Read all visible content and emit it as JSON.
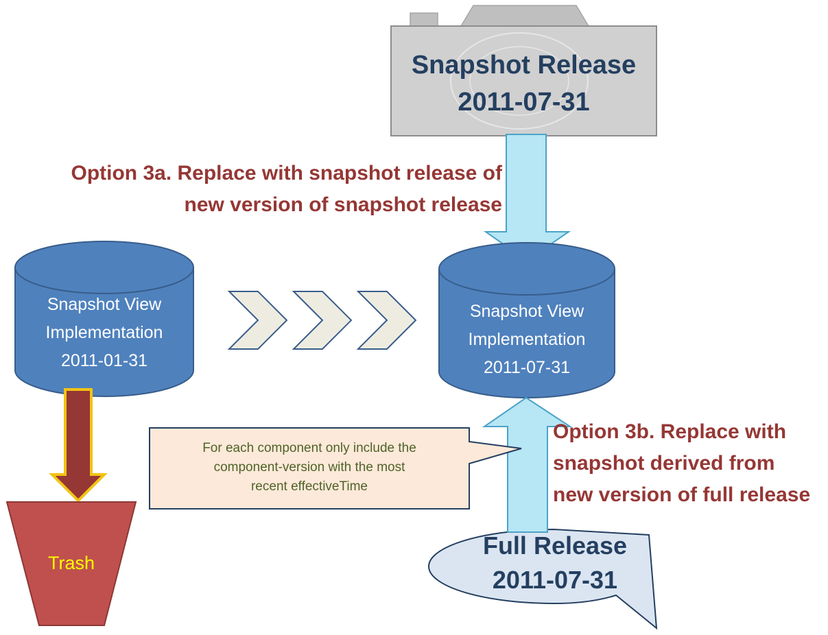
{
  "snapshot_release": {
    "line1": "Snapshot Release",
    "line2": "2011-07-31"
  },
  "option_3a": {
    "line1": "Option 3a. Replace with snapshot release of",
    "line2": "new version of snapshot release"
  },
  "old_view": {
    "line1": "Snapshot View",
    "line2": "Implementation",
    "line3": "2011-01-31"
  },
  "new_view": {
    "line1": "Snapshot View",
    "line2": "Implementation",
    "line3": "2011-07-31"
  },
  "callout": {
    "line1": "For each component only include the",
    "line2": "component-version with the most",
    "line3": "recent effectiveTime"
  },
  "option_3b": {
    "line1": "Option 3b. Replace with",
    "line2": "snapshot derived from",
    "line3": "new version of full release"
  },
  "full_release": {
    "line1": "Full Release",
    "line2": "2011-07-31"
  },
  "trash": {
    "label": "Trash"
  },
  "colors": {
    "cylinder_fill": "#4f81bd",
    "cylinder_stroke": "#385d8a",
    "option_text": "#953735",
    "release_text": "#243f60",
    "arrow_light_blue": "#b7e6f5",
    "trash_fill": "#c0504d",
    "trash_arrow": "#953735",
    "trash_arrow_outline": "#f2c314",
    "callout_fill": "#fde9d9",
    "chevron_fill": "#eeece1"
  }
}
